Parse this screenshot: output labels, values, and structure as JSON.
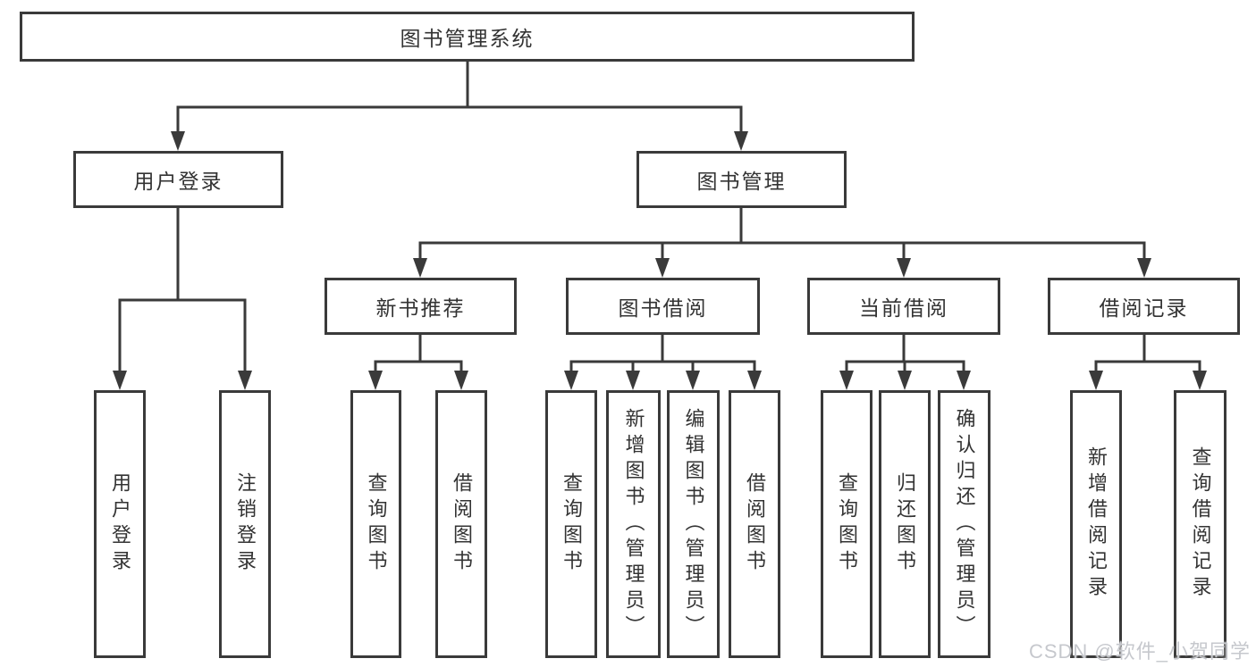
{
  "diagram": {
    "type": "hierarchy-tree",
    "colors": {
      "line": "#3a3a3a",
      "box_border": "#3a3a3a",
      "text": "#333333",
      "background": "#ffffff",
      "watermark": "#c6c8cd"
    },
    "tree": {
      "label": "图书管理系统",
      "children": [
        {
          "label": "用户登录",
          "children": [
            {
              "label": "用户登录"
            },
            {
              "label": "注销登录"
            }
          ]
        },
        {
          "label": "图书管理",
          "children": [
            {
              "label": "新书推荐",
              "children": [
                {
                  "label": "查询图书"
                },
                {
                  "label": "借阅图书"
                }
              ]
            },
            {
              "label": "图书借阅",
              "children": [
                {
                  "label": "查询图书"
                },
                {
                  "label": "新增图书（管理员）"
                },
                {
                  "label": "编辑图书（管理员）"
                },
                {
                  "label": "借阅图书"
                }
              ]
            },
            {
              "label": "当前借阅",
              "children": [
                {
                  "label": "查询图书"
                },
                {
                  "label": "归还图书"
                },
                {
                  "label": "确认归还（管理员）"
                }
              ]
            },
            {
              "label": "借阅记录",
              "children": [
                {
                  "label": "新增借阅记录"
                },
                {
                  "label": "查询借阅记录"
                }
              ]
            }
          ]
        }
      ]
    },
    "watermark": {
      "text": "CSDN @软件_小贺同学"
    }
  }
}
